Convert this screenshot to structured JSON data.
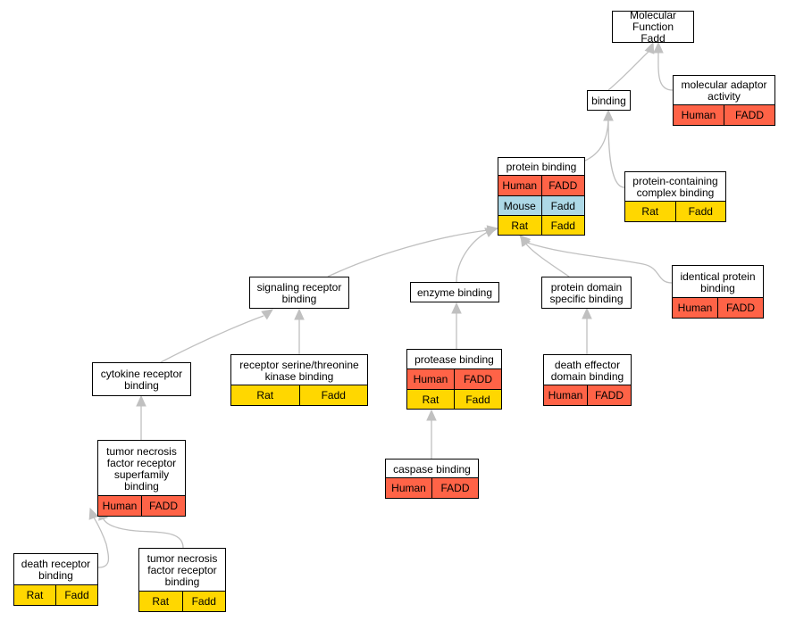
{
  "colors": {
    "human": "#ff6347",
    "mouse": "#add8e6",
    "rat": "#ffd700",
    "edge": "#c0c0c0",
    "border": "#000000"
  },
  "nodes": {
    "molecular_function": {
      "title": [
        "Molecular Function",
        "Fadd"
      ],
      "rows": []
    },
    "binding": {
      "title": [
        "binding"
      ],
      "rows": []
    },
    "molecular_adaptor_activity": {
      "title": [
        "molecular adaptor",
        "activity"
      ],
      "rows": [
        {
          "species": "Human",
          "gene": "FADD"
        }
      ]
    },
    "protein_binding": {
      "title": [
        "protein binding"
      ],
      "rows": [
        {
          "species": "Human",
          "gene": "FADD"
        },
        {
          "species": "Mouse",
          "gene": "Fadd"
        },
        {
          "species": "Rat",
          "gene": "Fadd"
        }
      ]
    },
    "protein_containing_complex_binding": {
      "title": [
        "protein-containing",
        "complex binding"
      ],
      "rows": [
        {
          "species": "Rat",
          "gene": "Fadd"
        }
      ]
    },
    "signaling_receptor_binding": {
      "title": [
        "signaling receptor",
        "binding"
      ],
      "rows": []
    },
    "enzyme_binding": {
      "title": [
        "enzyme binding"
      ],
      "rows": []
    },
    "protein_domain_specific_binding": {
      "title": [
        "protein domain",
        "specific binding"
      ],
      "rows": []
    },
    "identical_protein_binding": {
      "title": [
        "identical protein",
        "binding"
      ],
      "rows": [
        {
          "species": "Human",
          "gene": "FADD"
        }
      ]
    },
    "cytokine_receptor_binding": {
      "title": [
        "cytokine receptor",
        "binding"
      ],
      "rows": []
    },
    "receptor_serine_threonine_kinase_binding": {
      "title": [
        "receptor serine/threonine",
        "kinase binding"
      ],
      "rows": [
        {
          "species": "Rat",
          "gene": "Fadd"
        }
      ]
    },
    "protease_binding": {
      "title": [
        "protease binding"
      ],
      "rows": [
        {
          "species": "Human",
          "gene": "FADD"
        },
        {
          "species": "Rat",
          "gene": "Fadd"
        }
      ]
    },
    "death_effector_domain_binding": {
      "title": [
        "death effector",
        "domain binding"
      ],
      "rows": [
        {
          "species": "Human",
          "gene": "FADD"
        }
      ]
    },
    "tnf_receptor_superfamily_binding": {
      "title": [
        "tumor necrosis",
        "factor receptor",
        "superfamily",
        "binding"
      ],
      "rows": [
        {
          "species": "Human",
          "gene": "FADD"
        }
      ]
    },
    "caspase_binding": {
      "title": [
        "caspase binding"
      ],
      "rows": [
        {
          "species": "Human",
          "gene": "FADD"
        }
      ]
    },
    "death_receptor_binding": {
      "title": [
        "death receptor",
        "binding"
      ],
      "rows": [
        {
          "species": "Rat",
          "gene": "Fadd"
        }
      ]
    },
    "tnf_receptor_binding": {
      "title": [
        "tumor necrosis",
        "factor receptor",
        "binding"
      ],
      "rows": [
        {
          "species": "Rat",
          "gene": "Fadd"
        }
      ]
    }
  },
  "edges": [
    [
      "binding",
      "molecular_function"
    ],
    [
      "molecular_adaptor_activity",
      "molecular_function"
    ],
    [
      "protein_binding",
      "binding"
    ],
    [
      "protein_containing_complex_binding",
      "binding"
    ],
    [
      "signaling_receptor_binding",
      "protein_binding"
    ],
    [
      "enzyme_binding",
      "protein_binding"
    ],
    [
      "protein_domain_specific_binding",
      "protein_binding"
    ],
    [
      "identical_protein_binding",
      "protein_binding"
    ],
    [
      "cytokine_receptor_binding",
      "signaling_receptor_binding"
    ],
    [
      "receptor_serine_threonine_kinase_binding",
      "signaling_receptor_binding"
    ],
    [
      "protease_binding",
      "enzyme_binding"
    ],
    [
      "death_effector_domain_binding",
      "protein_domain_specific_binding"
    ],
    [
      "tnf_receptor_superfamily_binding",
      "cytokine_receptor_binding"
    ],
    [
      "caspase_binding",
      "protease_binding"
    ],
    [
      "death_receptor_binding",
      "tnf_receptor_superfamily_binding"
    ],
    [
      "tnf_receptor_binding",
      "tnf_receptor_superfamily_binding"
    ]
  ]
}
